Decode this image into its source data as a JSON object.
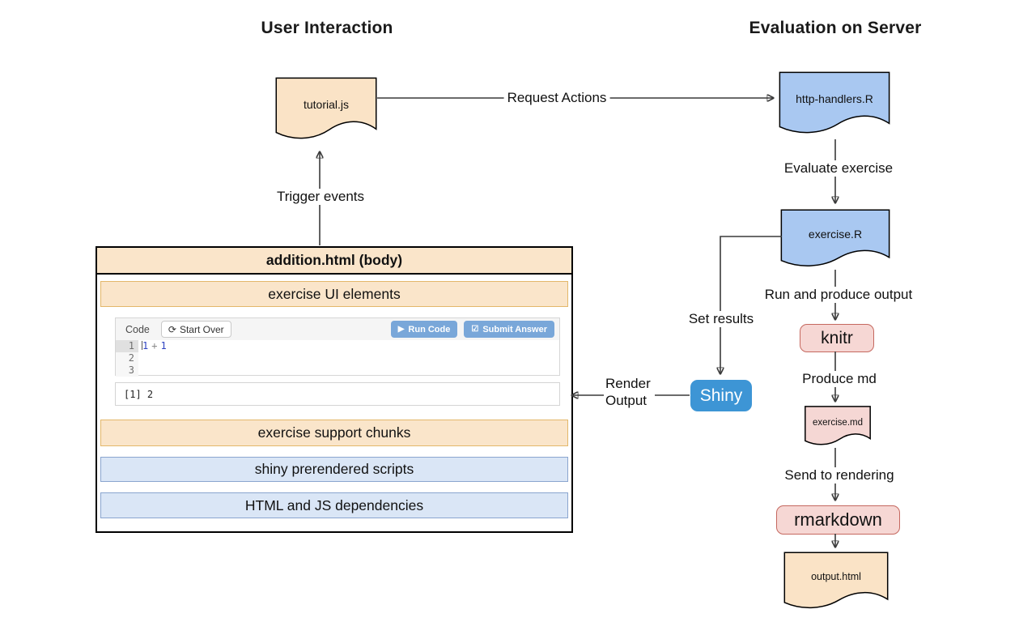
{
  "titles": {
    "left": "User Interaction",
    "right": "Evaluation on Server"
  },
  "nodes": {
    "tutorial_js": "tutorial.js",
    "http_handlers": "http-handlers.R",
    "exercise_r": "exercise.R",
    "knitr": "knitr",
    "exercise_md": "exercise.md",
    "rmarkdown": "rmarkdown",
    "output_html": "output.html",
    "shiny": "Shiny"
  },
  "edges": {
    "request_actions": "Request Actions",
    "evaluate_exercise": "Evaluate exercise",
    "run_and_produce_output": "Run and produce output",
    "produce_md": "Produce md",
    "send_to_rendering": "Send to rendering",
    "set_results": "Set results",
    "render_output_line1": "Render",
    "render_output_line2": "Output",
    "trigger_events": "Trigger events"
  },
  "container": {
    "header": "addition.html (body)",
    "rows": {
      "ui": "exercise UI elements",
      "support": "exercise support chunks",
      "scripts": "shiny prerendered scripts",
      "deps": "HTML and JS dependencies"
    },
    "editor": {
      "code_label": "Code",
      "start_over": "Start Over",
      "run_code": "Run Code",
      "submit_answer": "Submit Answer",
      "line_numbers": [
        "1",
        "2",
        "3"
      ],
      "code_tokens": {
        "n1": "1",
        "op": "+",
        "n2": "1"
      },
      "output": "[1] 2"
    }
  },
  "icons": {
    "refresh": "⟳",
    "play": "▶",
    "checkbox": "☑"
  },
  "colors": {
    "doc-tan": "#fae3c6",
    "doc-blue": "#a9c8f1",
    "doc-pink": "#f5d7d4",
    "pill-pink-bg": "#f6d7d4",
    "pill-pink-border": "#c5685f",
    "shiny-blue": "#3d95d5",
    "row-tan-bg": "#fae5ca",
    "row-tan-border": "#e3b76a",
    "row-blue-bg": "#dae6f6",
    "row-blue-border": "#8aa5cf",
    "btn-blue": "#79a7d9",
    "line-color": "#3a3a3a"
  }
}
